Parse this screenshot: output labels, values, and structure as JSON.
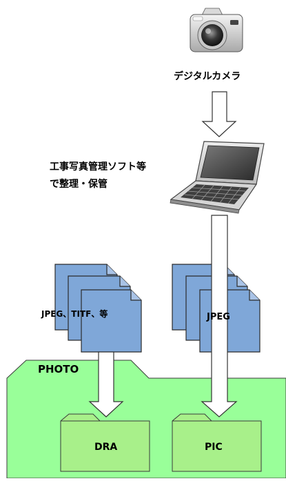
{
  "diagram": {
    "camera_label": "デジタルカメラ",
    "software_label_line1": "工事写真管理ソフト等",
    "software_label_line2": "で整理・保管",
    "docs_left_label": "JPEG、TITF、等",
    "docs_right_label": "JPEG",
    "photo_tab_label": "PHOTO",
    "folder_dra_label": "DRA",
    "folder_pic_label": "PIC"
  },
  "colors": {
    "photo_area": "#99FF99",
    "folder": "#A8F08A",
    "document": "#7FA7D8",
    "arrow_fill": "#ffffff",
    "outline": "#333333"
  },
  "icons": [
    "camera-icon",
    "laptop-icon",
    "document-icon",
    "folder-icon",
    "down-arrow-icon"
  ]
}
